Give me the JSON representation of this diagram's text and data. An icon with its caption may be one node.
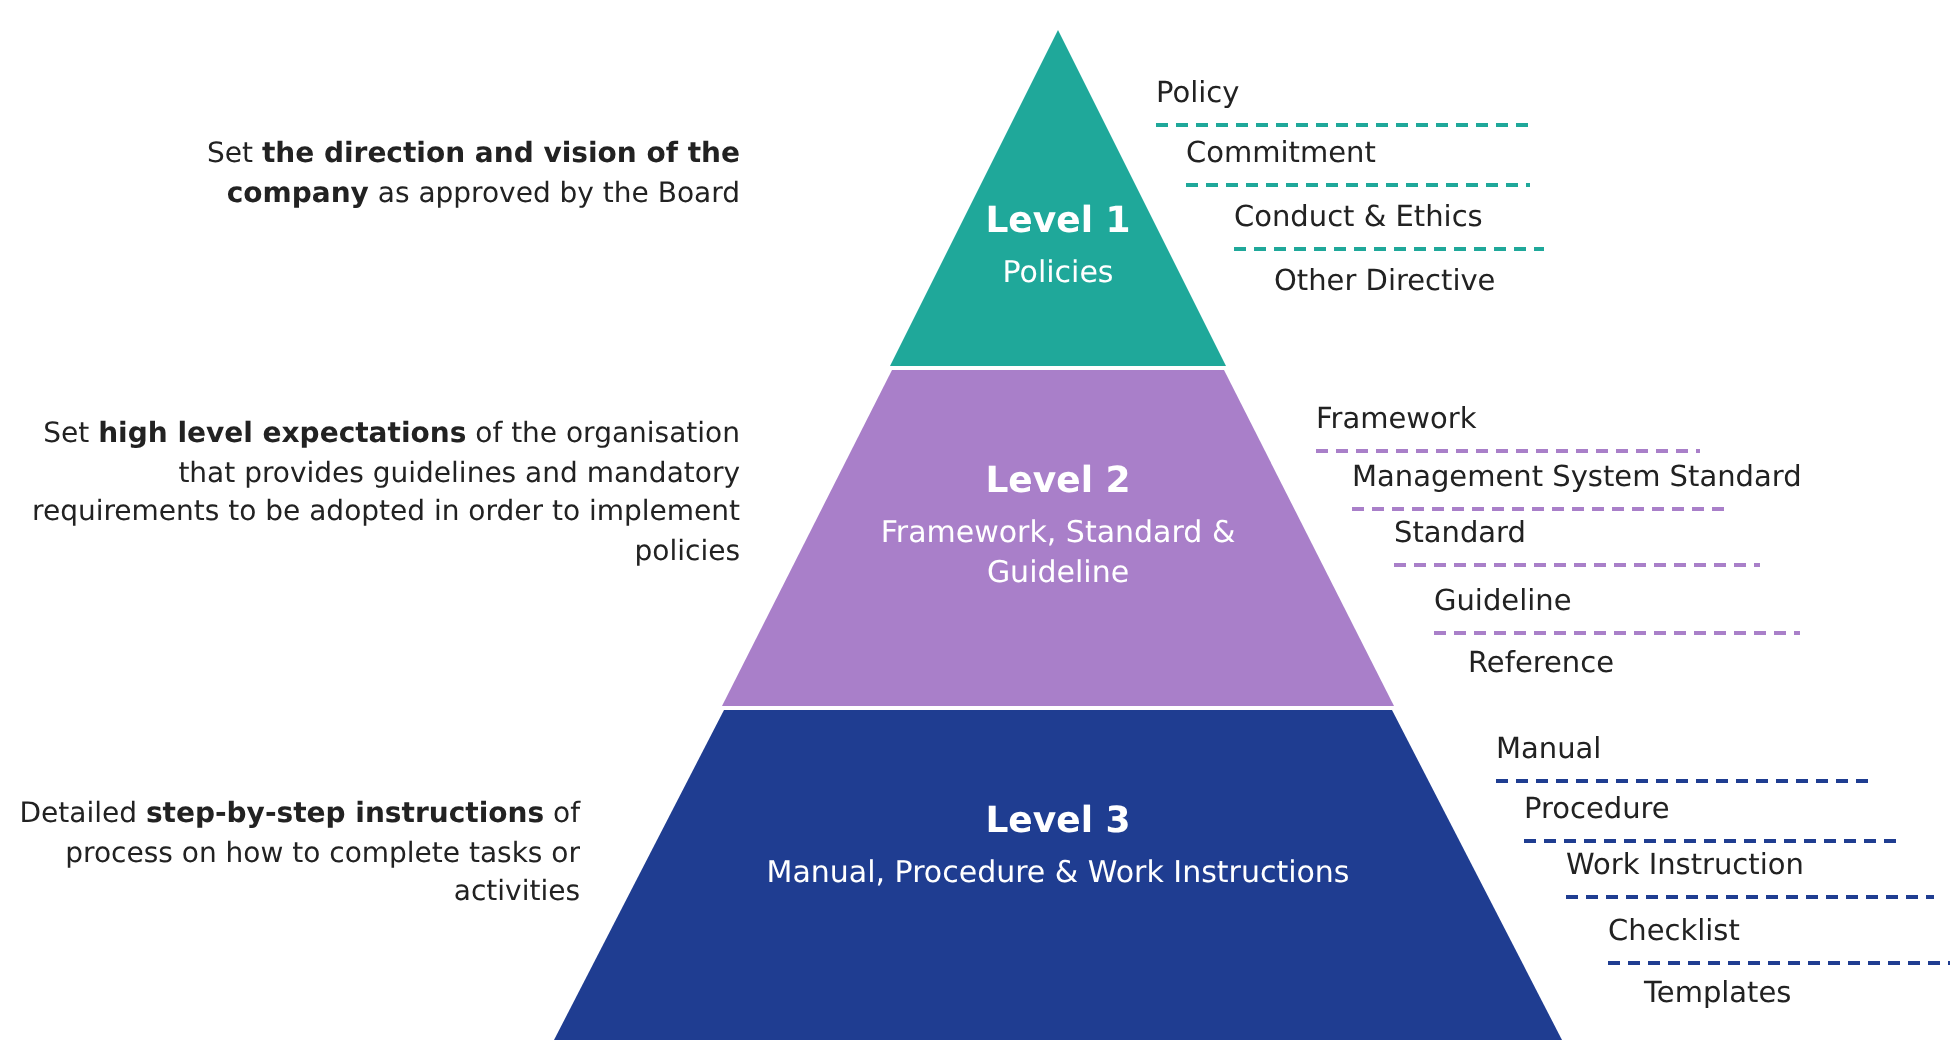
{
  "diagram": {
    "nodes": [
      {
        "text": [
          "Level 1",
          "Policies"
        ]
      },
      {
        "text": [
          "Level 2",
          "Framework, Standard & Guideline"
        ]
      },
      {
        "text": [
          "Level 3",
          "Manual, Procedure & Work Instructions"
        ]
      }
    ],
    "labels": [
      "Set **the direction and vision of the company** as approved by the Board",
      "Policy",
      "Commitment",
      "Conduct & Ethics",
      "Other Directive",
      "Set **high level expectations** of the organisation that provides guidelines and mandatory requirements to be adopted in order to implement policies",
      "Framework",
      "Management System Standard",
      "Standard",
      "Guideline",
      "Reference",
      "Detailed **step-by-step instructions** of process on how to complete tasks or activities",
      "Manual",
      "Procedure",
      "Work Instruction",
      "Checklist",
      "Templates"
    ]
  }
}
